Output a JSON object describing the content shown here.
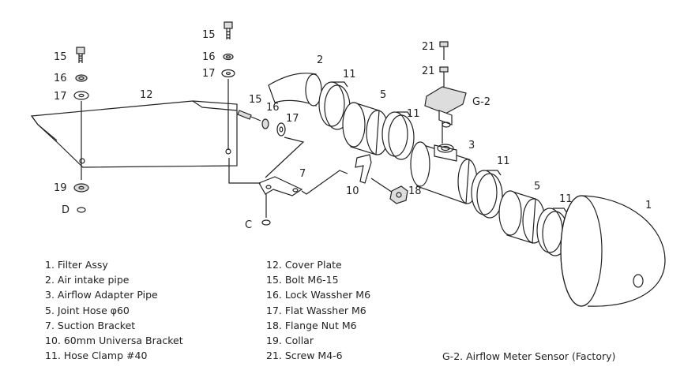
{
  "callouts": {
    "c1": "1",
    "c2": "2",
    "c3": "3",
    "c5a": "5",
    "c5b": "5",
    "c7": "7",
    "c10": "10",
    "c11a": "11",
    "c11b": "11",
    "c11c": "11",
    "c11d": "11",
    "c12": "12",
    "c15a": "15",
    "c15b": "15",
    "c15c": "15",
    "c16a": "16",
    "c16b": "16",
    "c16c": "16",
    "c17a": "17",
    "c17b": "17",
    "c17c": "17",
    "c18": "18",
    "c19": "19",
    "c21a": "21",
    "c21b": "21",
    "cC": "C",
    "cD": "D",
    "cG2": "G-2"
  },
  "legend": {
    "col1": [
      "1. Filter Assy",
      "2. Air intake pipe",
      "3. Airflow Adapter Pipe",
      "5. Joint Hose  φ60",
      "7. Suction Bracket",
      "10. 60mm Universa Bracket",
      "11. Hose Clamp  #40"
    ],
    "col2": [
      "12. Cover Plate",
      "15. Bolt  M6-15",
      "16. Lock Wassher  M6",
      "17. Flat Wassher  M6",
      "18. Flange Nut  M6",
      "19. Collar",
      "21. Screw  M4-6"
    ],
    "g2": "G-2. Airflow Meter Sensor (Factory)"
  }
}
